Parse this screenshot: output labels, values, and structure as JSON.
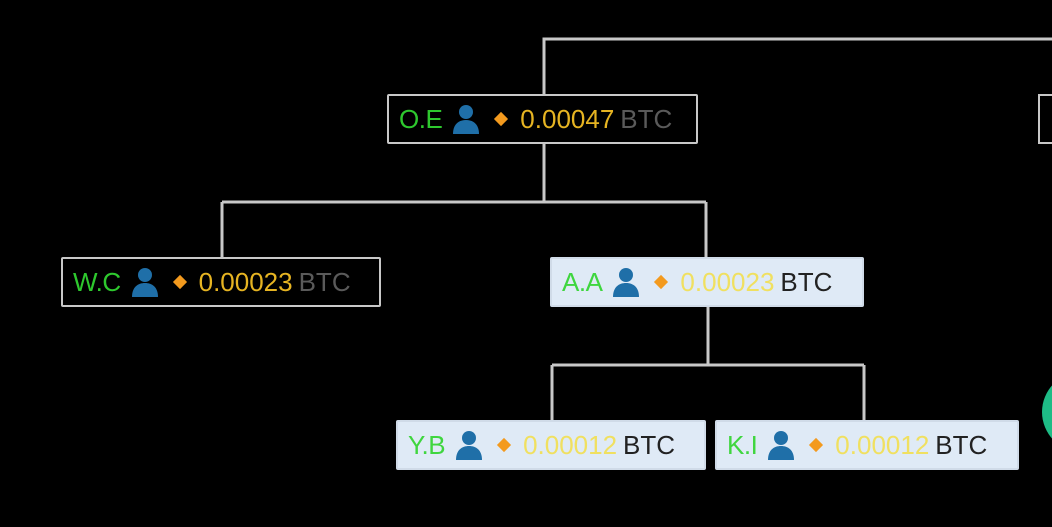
{
  "tree": {
    "unit": "BTC",
    "nodes": [
      {
        "id": "oe",
        "name": "O.E",
        "amount": "0.00047",
        "unit": "BTC",
        "style": "dark"
      },
      {
        "id": "wc",
        "name": "W.C",
        "amount": "0.00023",
        "unit": "BTC",
        "style": "dark"
      },
      {
        "id": "aa",
        "name": "A.A",
        "amount": "0.00023",
        "unit": "BTC",
        "style": "light"
      },
      {
        "id": "yb",
        "name": "Y.B",
        "amount": "0.00012",
        "unit": "BTC",
        "style": "light"
      },
      {
        "id": "ki",
        "name": "K.I",
        "amount": "0.00012",
        "unit": "BTC",
        "style": "light"
      }
    ],
    "edges": [
      [
        "root",
        "oe"
      ],
      [
        "oe",
        "wc"
      ],
      [
        "oe",
        "aa"
      ],
      [
        "aa",
        "yb"
      ],
      [
        "aa",
        "ki"
      ]
    ]
  },
  "colors": {
    "background": "#000000",
    "connector": "#c8c8c8",
    "name_green": "#2ec82e",
    "amount_gold": "#e6b422",
    "diamond_orange": "#f39a1e",
    "user_blue": "#1f6fa8",
    "light_node_bg": "#dfeaf6",
    "offscreen_circle": "#1ebc86"
  },
  "icons": {
    "user": "user-icon",
    "diamond": "diamond-icon"
  }
}
